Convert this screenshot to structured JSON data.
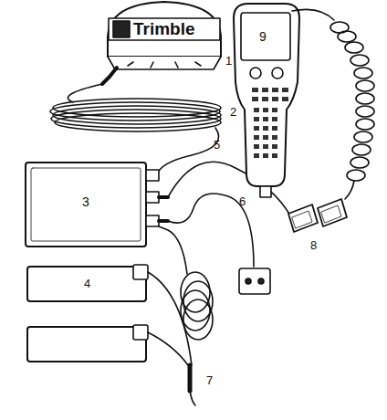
{
  "diagram": {
    "labels": [
      "Trimble",
      "1",
      "2",
      "3",
      "4",
      "5",
      "6",
      "7",
      "8",
      "9"
    ]
  }
}
